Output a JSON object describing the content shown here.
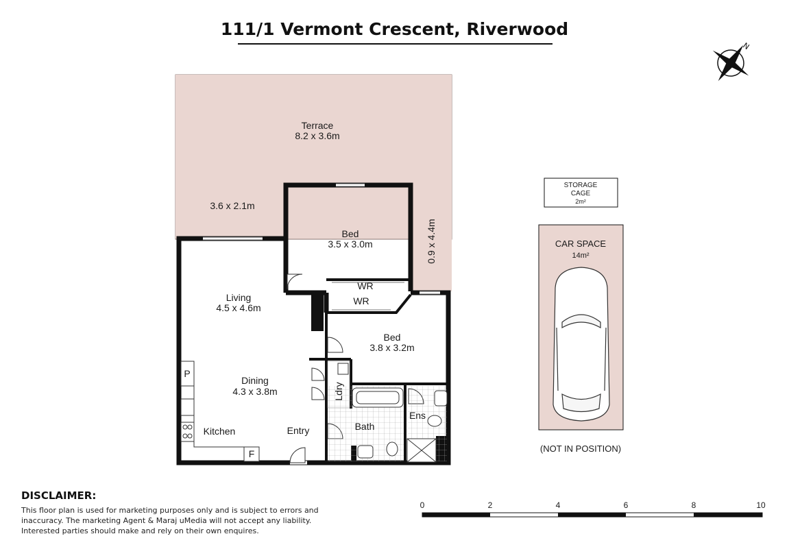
{
  "title": "111/1 Vermont Crescent, Riverwood",
  "colors": {
    "terrace": "#ead6d1",
    "wall": "#111111",
    "car_space": "#ead6d1"
  },
  "compass": {
    "label": "N",
    "icon": "north-arrow-icon"
  },
  "rooms": {
    "terrace": {
      "name": "Terrace",
      "dims": "8.2 x 3.6m"
    },
    "terrace_small": {
      "dims": "3.6 x 2.1m"
    },
    "side_strip": {
      "dims": "0.9 x 4.4m"
    },
    "bed1": {
      "name": "Bed",
      "dims": "3.5 x 3.0m"
    },
    "wr1": {
      "name": "WR"
    },
    "wr2": {
      "name": "WR"
    },
    "bed2": {
      "name": "Bed",
      "dims": "3.8 x 3.2m"
    },
    "living": {
      "name": "Living",
      "dims": "4.5 x 4.6m"
    },
    "dining": {
      "name": "Dining",
      "dims": "4.3 x 3.8m"
    },
    "kitchen": {
      "name": "Kitchen"
    },
    "entry": {
      "name": "Entry"
    },
    "laundry": {
      "name": "Ldry"
    },
    "bath": {
      "name": "Bath"
    },
    "ensuite": {
      "name": "Ens"
    },
    "pantry": {
      "label": "P"
    },
    "fridge": {
      "label": "F"
    }
  },
  "storage": {
    "line1": "STORAGE",
    "line2": "CAGE",
    "area": "2m²"
  },
  "car_space": {
    "name": "CAR SPACE",
    "area": "14m²",
    "note": "(NOT IN POSITION)"
  },
  "scale_bar": {
    "labels": [
      "0",
      "2",
      "4",
      "6",
      "8",
      "10"
    ]
  },
  "disclaimer": {
    "heading": "DISCLAIMER:",
    "text": "This floor plan is used for marketing purposes only and is subject to errors and inaccuracy. The marketing Agent & Maraj uMedia will not accept any liability. Interested parties should make and rely on their own enquires."
  }
}
